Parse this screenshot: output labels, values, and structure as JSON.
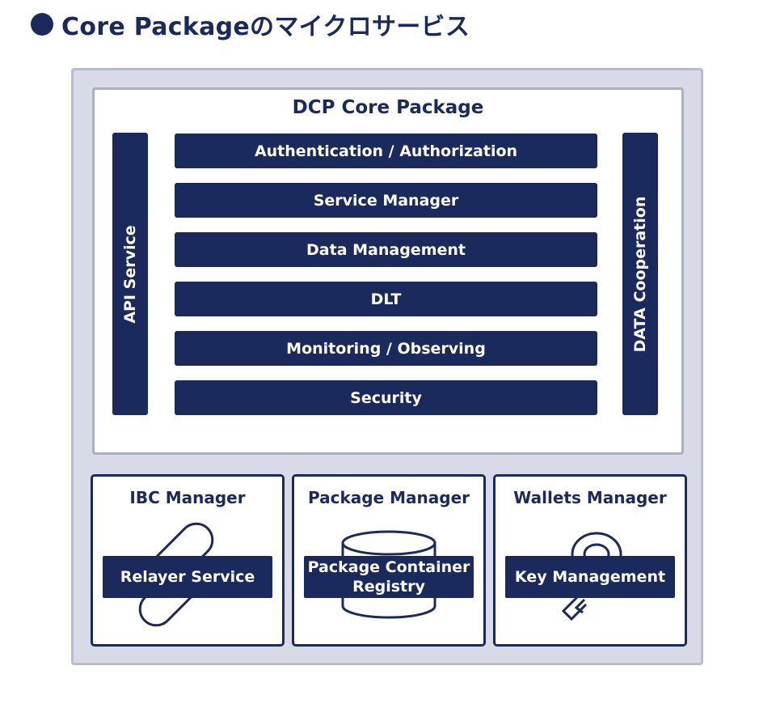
{
  "page_title": "Core Packageのマイクロサービス",
  "core_package": {
    "title": "DCP Core Package",
    "left_service": "API Service",
    "right_service": "DATA Cooperation",
    "layers": [
      "Authentication / Authorization",
      "Service Manager",
      "Data Management",
      "DLT",
      "Monitoring / Observing",
      "Security"
    ]
  },
  "managers": [
    {
      "title": "IBC Manager",
      "label": "Relayer Service",
      "icon": "chain-link-icon"
    },
    {
      "title": "Package Manager",
      "label": "Package Container Registry",
      "icon": "database-icon"
    },
    {
      "title": "Wallets Manager",
      "label": "Key Management",
      "icon": "key-icon"
    }
  ],
  "colors": {
    "navy": "#1b2a5c",
    "outer_background": "#d8dbe7",
    "core_border": "#aab0c4"
  }
}
